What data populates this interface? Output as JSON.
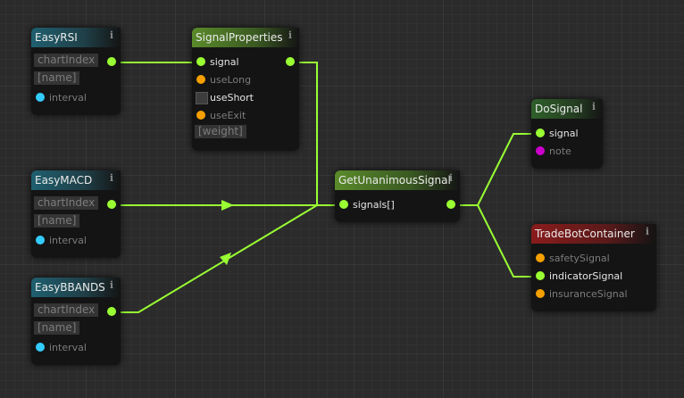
{
  "colors": {
    "wire": "#99ff33",
    "port_signal": "#99ff33",
    "port_bool": "#f5a000",
    "port_interval": "#33ccff",
    "port_note": "#cc00cc",
    "title_easy": "#1f5f6f",
    "title_signal": "#5a8a2a",
    "title_do": "#2f5f2a",
    "title_trade": "#8a1c1c"
  },
  "nodes": {
    "easyrsi": {
      "title": "EasyRSI",
      "info": "i",
      "field1": "chartIndex",
      "field2": "[name]",
      "interval": "interval"
    },
    "easymacd": {
      "title": "EasyMACD",
      "info": "i",
      "field1": "chartIndex",
      "field2": "[name]",
      "interval": "interval"
    },
    "easybbands": {
      "title": "EasyBBANDS",
      "info": "i",
      "field1": "chartIndex",
      "field2": "[name]",
      "interval": "interval"
    },
    "signalprops": {
      "title": "SignalProperties",
      "info": "i",
      "signal": "signal",
      "uselong": "useLong",
      "useshort": "useShort",
      "useexit": "useExit",
      "weight": "[weight]"
    },
    "getunanimous": {
      "title": "GetUnanimousSignal",
      "info": "i",
      "signals": "signals[]"
    },
    "dosignal": {
      "title": "DoSignal",
      "info": "i",
      "signal": "signal",
      "note": "note"
    },
    "tradebot": {
      "title": "TradeBotContainer",
      "info": "i",
      "safety": "safetySignal",
      "indicator": "indicatorSignal",
      "insurance": "insuranceSignal"
    }
  }
}
